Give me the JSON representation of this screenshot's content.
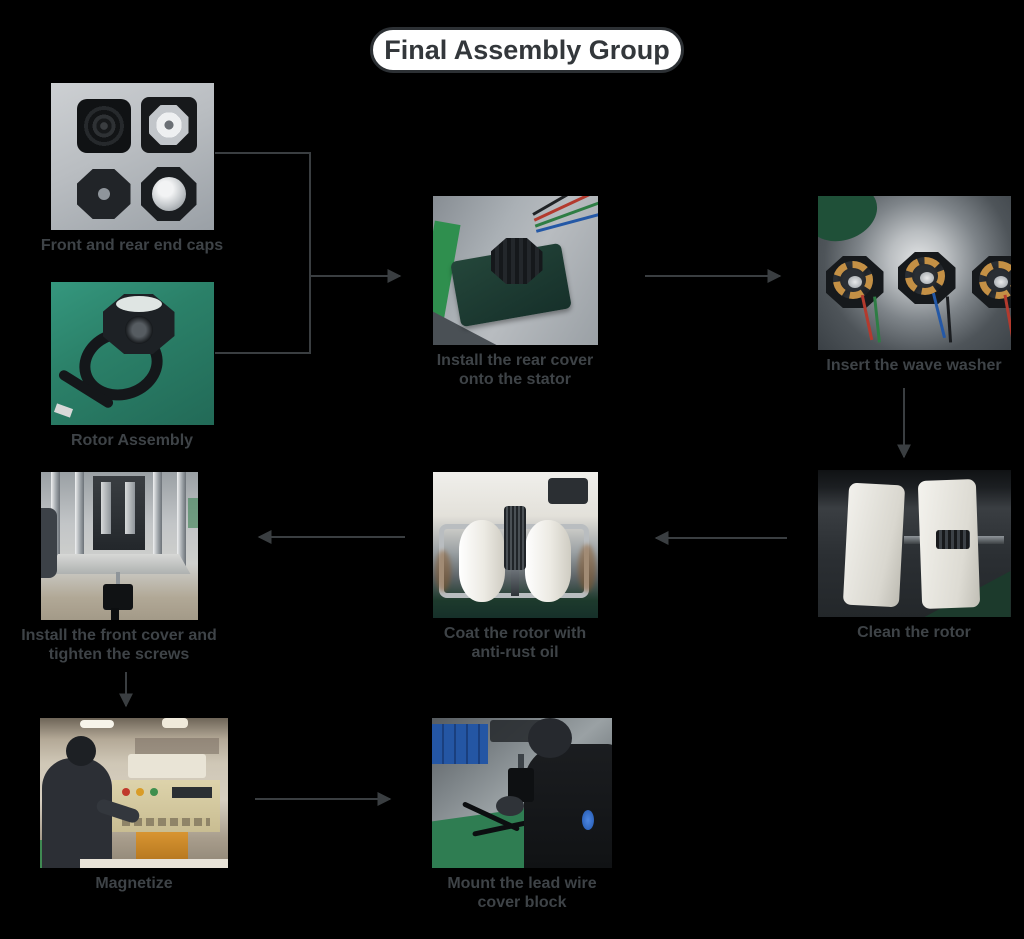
{
  "title": "Final Assembly Group",
  "colors": {
    "background": "#000000",
    "arrow": "#3a3e41",
    "label_text": "#3e4347",
    "title_text": "#33373b",
    "title_background": "#ffffff",
    "title_border": "#2c3034"
  },
  "nodes": [
    {
      "id": "front-rear-end-caps",
      "label": "Front and rear end caps"
    },
    {
      "id": "rotor-assembly",
      "label": "Rotor Assembly"
    },
    {
      "id": "install-rear-cover",
      "label": "Install the rear cover onto the stator"
    },
    {
      "id": "insert-wave-washer",
      "label": "Insert the wave washer"
    },
    {
      "id": "clean-rotor",
      "label": "Clean the rotor"
    },
    {
      "id": "coat-rotor",
      "label": "Coat the rotor with anti-rust oil"
    },
    {
      "id": "install-front-cover",
      "label": "Install the front cover and tighten the screws"
    },
    {
      "id": "magnetize",
      "label": "Magnetize"
    },
    {
      "id": "mount-lead-wire",
      "label": "Mount the lead wire cover block"
    }
  ],
  "flow": [
    {
      "from": "front-rear-end-caps",
      "to": "install-rear-cover"
    },
    {
      "from": "rotor-assembly",
      "to": "install-rear-cover"
    },
    {
      "from": "install-rear-cover",
      "to": "insert-wave-washer"
    },
    {
      "from": "insert-wave-washer",
      "to": "clean-rotor"
    },
    {
      "from": "clean-rotor",
      "to": "coat-rotor"
    },
    {
      "from": "coat-rotor",
      "to": "install-front-cover"
    },
    {
      "from": "install-front-cover",
      "to": "magnetize"
    },
    {
      "from": "magnetize",
      "to": "mount-lead-wire"
    }
  ]
}
